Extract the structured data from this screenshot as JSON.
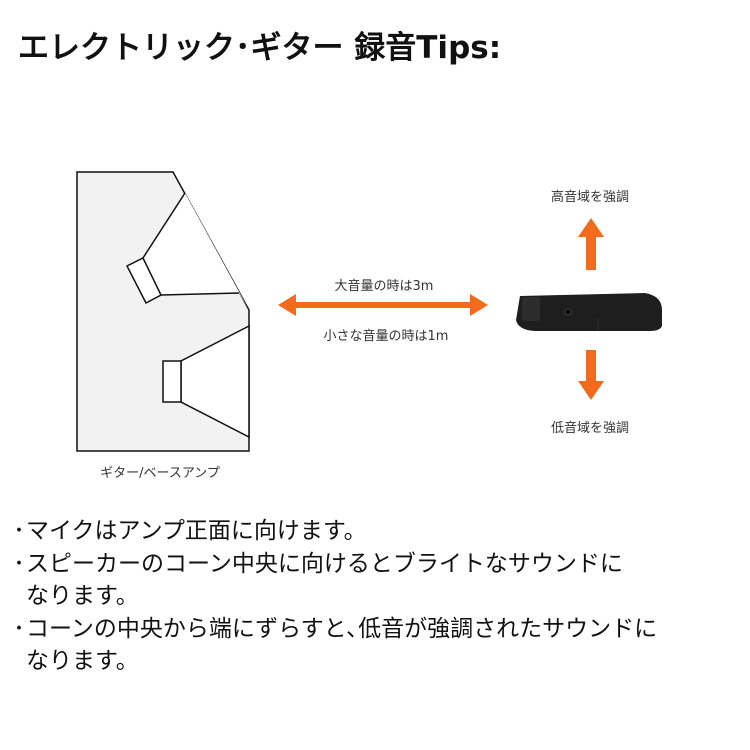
{
  "title": "エレクトリック･ギター 録音Tips:",
  "diagram": {
    "amp_label": "ギター/ベースアンプ",
    "distance_loud": "大音量の時は3m",
    "distance_quiet": "小さな音量の時は1m",
    "treble_label": "高音域を強調",
    "bass_label": "低音域を強調",
    "arrow_color": "#f26a1b"
  },
  "bullets": [
    {
      "marker": "･",
      "text": "マイクはアンプ正面に向けます。"
    },
    {
      "marker": "･",
      "text": "スピーカーのコーン中央に向けるとブライトなサウンドに\nなります。"
    },
    {
      "marker": "･",
      "text": "コーンの中央から端にずらすと､低音が強調されたサウンドに\nなります。"
    }
  ]
}
